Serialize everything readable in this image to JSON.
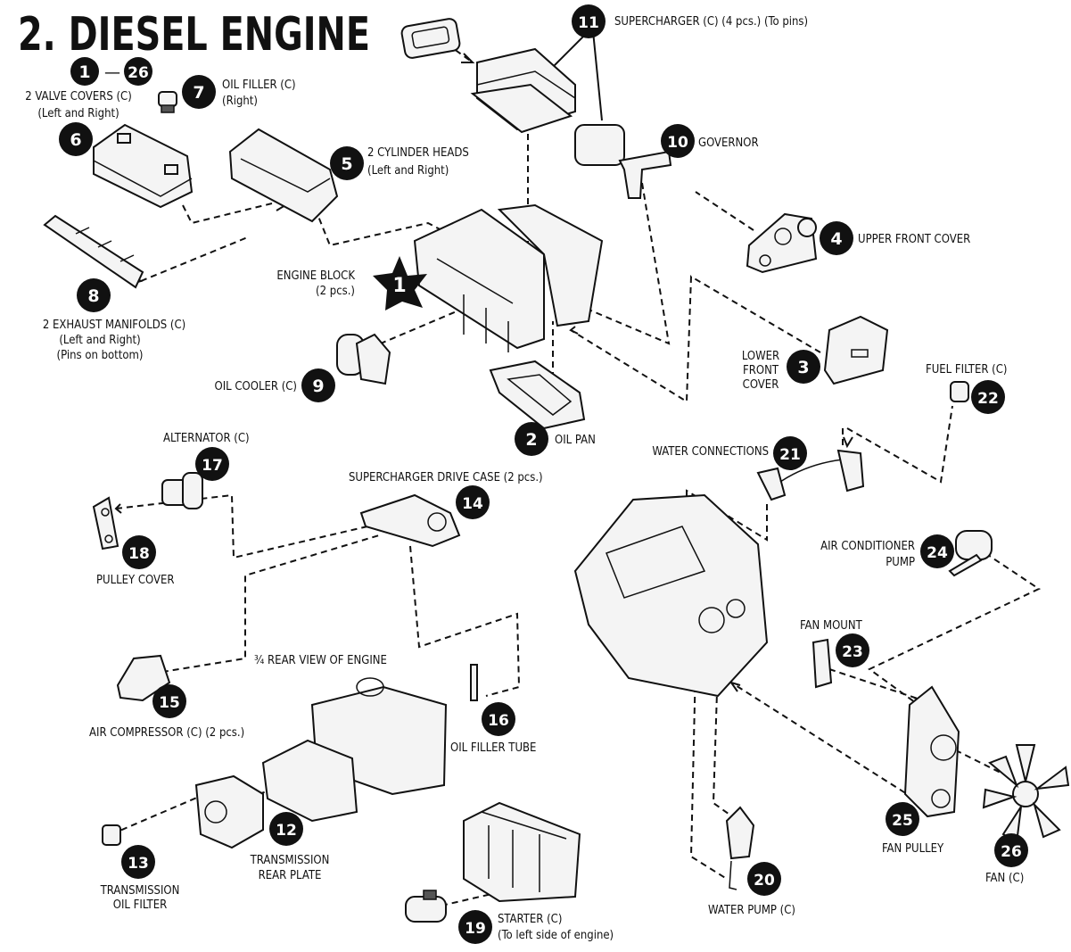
{
  "title": "2. DIESEL ENGINE",
  "range": {
    "from": "1",
    "to": "26",
    "dash": "—"
  },
  "parts": [
    {
      "num": "1",
      "lines": [
        "ENGINE BLOCK",
        "(2 pcs.)"
      ],
      "shape": "star"
    },
    {
      "num": "2",
      "lines": [
        "OIL PAN"
      ]
    },
    {
      "num": "3",
      "lines": [
        "LOWER",
        "FRONT",
        "COVER"
      ]
    },
    {
      "num": "4",
      "lines": [
        "UPPER FRONT COVER"
      ]
    },
    {
      "num": "5",
      "lines": [
        "2 CYLINDER HEADS",
        "(Left and Right)"
      ]
    },
    {
      "num": "6",
      "lines": [
        "2 VALVE COVERS (C)",
        "(Left and Right)"
      ]
    },
    {
      "num": "7",
      "lines": [
        "OIL FILLER (C)",
        "(Right)"
      ]
    },
    {
      "num": "8",
      "lines": [
        "2 EXHAUST MANIFOLDS (C)",
        "(Left and Right)",
        "(Pins on bottom)"
      ]
    },
    {
      "num": "9",
      "lines": [
        "OIL COOLER (C)"
      ]
    },
    {
      "num": "10",
      "lines": [
        "GOVERNOR"
      ]
    },
    {
      "num": "11",
      "lines": [
        "SUPERCHARGER (C) (4 pcs.) (To pins)"
      ]
    },
    {
      "num": "12",
      "lines": [
        "TRANSMISSION",
        "REAR PLATE"
      ]
    },
    {
      "num": "13",
      "lines": [
        "TRANSMISSION",
        "OIL FILTER"
      ]
    },
    {
      "num": "14",
      "lines": [
        "SUPERCHARGER DRIVE CASE (2 pcs.)"
      ]
    },
    {
      "num": "15",
      "lines": [
        "AIR COMPRESSOR (C) (2 pcs.)"
      ]
    },
    {
      "num": "16",
      "lines": [
        "OIL FILLER TUBE"
      ]
    },
    {
      "num": "17",
      "lines": [
        "ALTERNATOR (C)"
      ]
    },
    {
      "num": "18",
      "lines": [
        "PULLEY COVER"
      ]
    },
    {
      "num": "19",
      "lines": [
        "STARTER (C)",
        "(To left side of engine)"
      ]
    },
    {
      "num": "20",
      "lines": [
        "WATER PUMP (C)"
      ]
    },
    {
      "num": "21",
      "lines": [
        "WATER CONNECTIONS"
      ]
    },
    {
      "num": "22",
      "lines": [
        "FUEL FILTER (C)"
      ]
    },
    {
      "num": "23",
      "lines": [
        "FAN MOUNT"
      ]
    },
    {
      "num": "24",
      "lines": [
        "AIR CONDITIONER",
        "PUMP"
      ]
    },
    {
      "num": "25",
      "lines": [
        "FAN PULLEY"
      ]
    },
    {
      "num": "26",
      "lines": [
        "FAN (C)"
      ]
    }
  ],
  "view_label": "¾ REAR VIEW OF ENGINE"
}
